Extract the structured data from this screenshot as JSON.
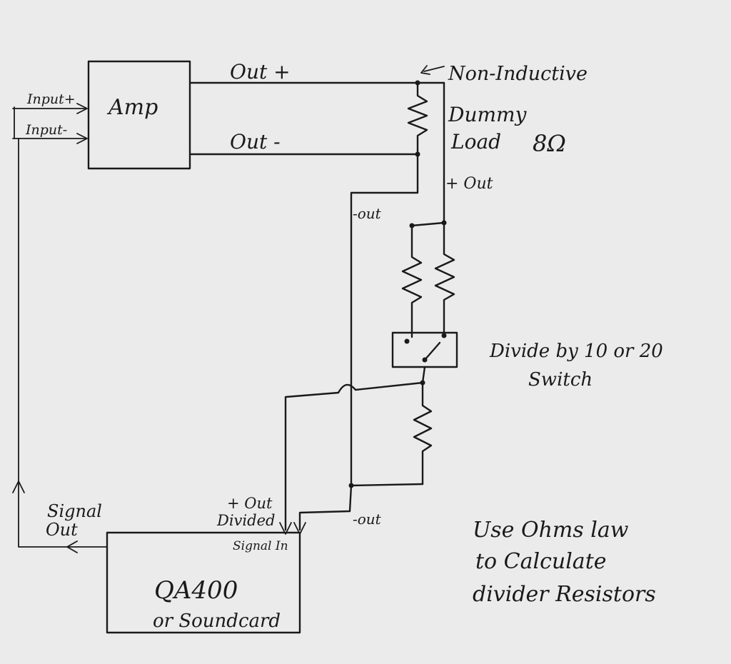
{
  "labels": {
    "amp": "Amp",
    "input_plus": "Input+",
    "input_minus": "Input-",
    "out_plus": "Out +",
    "out_minus": "Out -",
    "non_inductive": "Non-Inductive",
    "dummy": "Dummy",
    "load": "Load",
    "load_value": "8Ω",
    "plus_out": "+ Out",
    "minus_out_top": "-out",
    "divide_line1": "Divide by 10 or 20",
    "divide_line2": "Switch",
    "signal_out_line1": "Signal",
    "signal_out_line2": "Out",
    "plus_out_divided_line1": "+ Out",
    "plus_out_divided_line2": "Divided",
    "minus_out_bottom": "-out",
    "signal_in": "Signal In",
    "qa_line1": "QA400",
    "qa_line2": "or Soundcard",
    "note_line1": "Use Ohms law",
    "note_line2": "to Calculate",
    "note_line3": "divider Resistors"
  }
}
